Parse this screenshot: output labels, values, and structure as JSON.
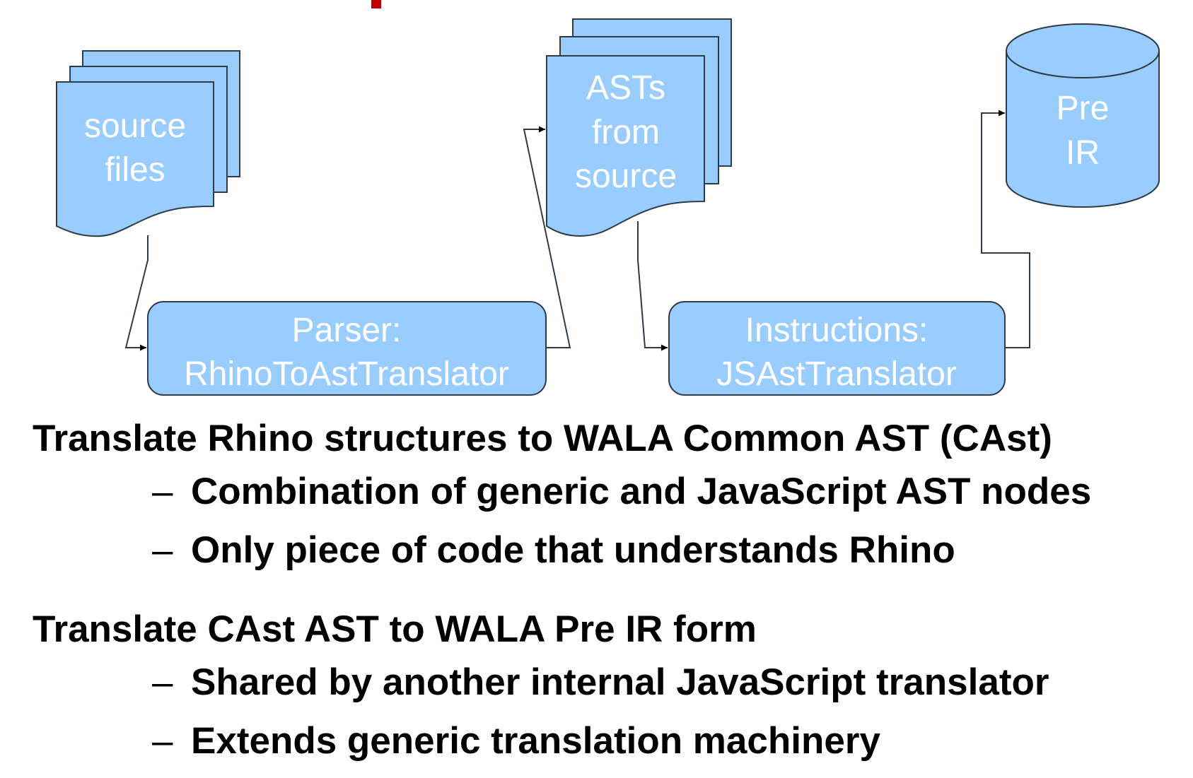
{
  "diagram": {
    "source_files": {
      "lines": [
        "source",
        "files"
      ]
    },
    "asts": {
      "lines": [
        "ASTs",
        "from",
        "source"
      ]
    },
    "pre_ir": {
      "lines": [
        "Pre",
        "IR"
      ]
    },
    "parser": {
      "lines": [
        "Parser:",
        "RhinoToAstTranslator"
      ]
    },
    "instructions": {
      "lines": [
        "Instructions:",
        "JSAstTranslator"
      ]
    }
  },
  "sections": [
    {
      "heading": "Translate Rhino structures to WALA Common AST (CAst)",
      "bullets": [
        "Combination of generic and JavaScript AST nodes",
        "Only piece of code that understands Rhino"
      ]
    },
    {
      "heading": "Translate CAst AST to WALA Pre IR form",
      "bullets": [
        "Shared by another internal JavaScript translator",
        "Extends generic translation machinery"
      ]
    }
  ],
  "bullet_marker": "–",
  "colors": {
    "shape_fill": "#99ccff",
    "accent_red": "#c00000",
    "shape_stroke": "#2f3b45"
  }
}
